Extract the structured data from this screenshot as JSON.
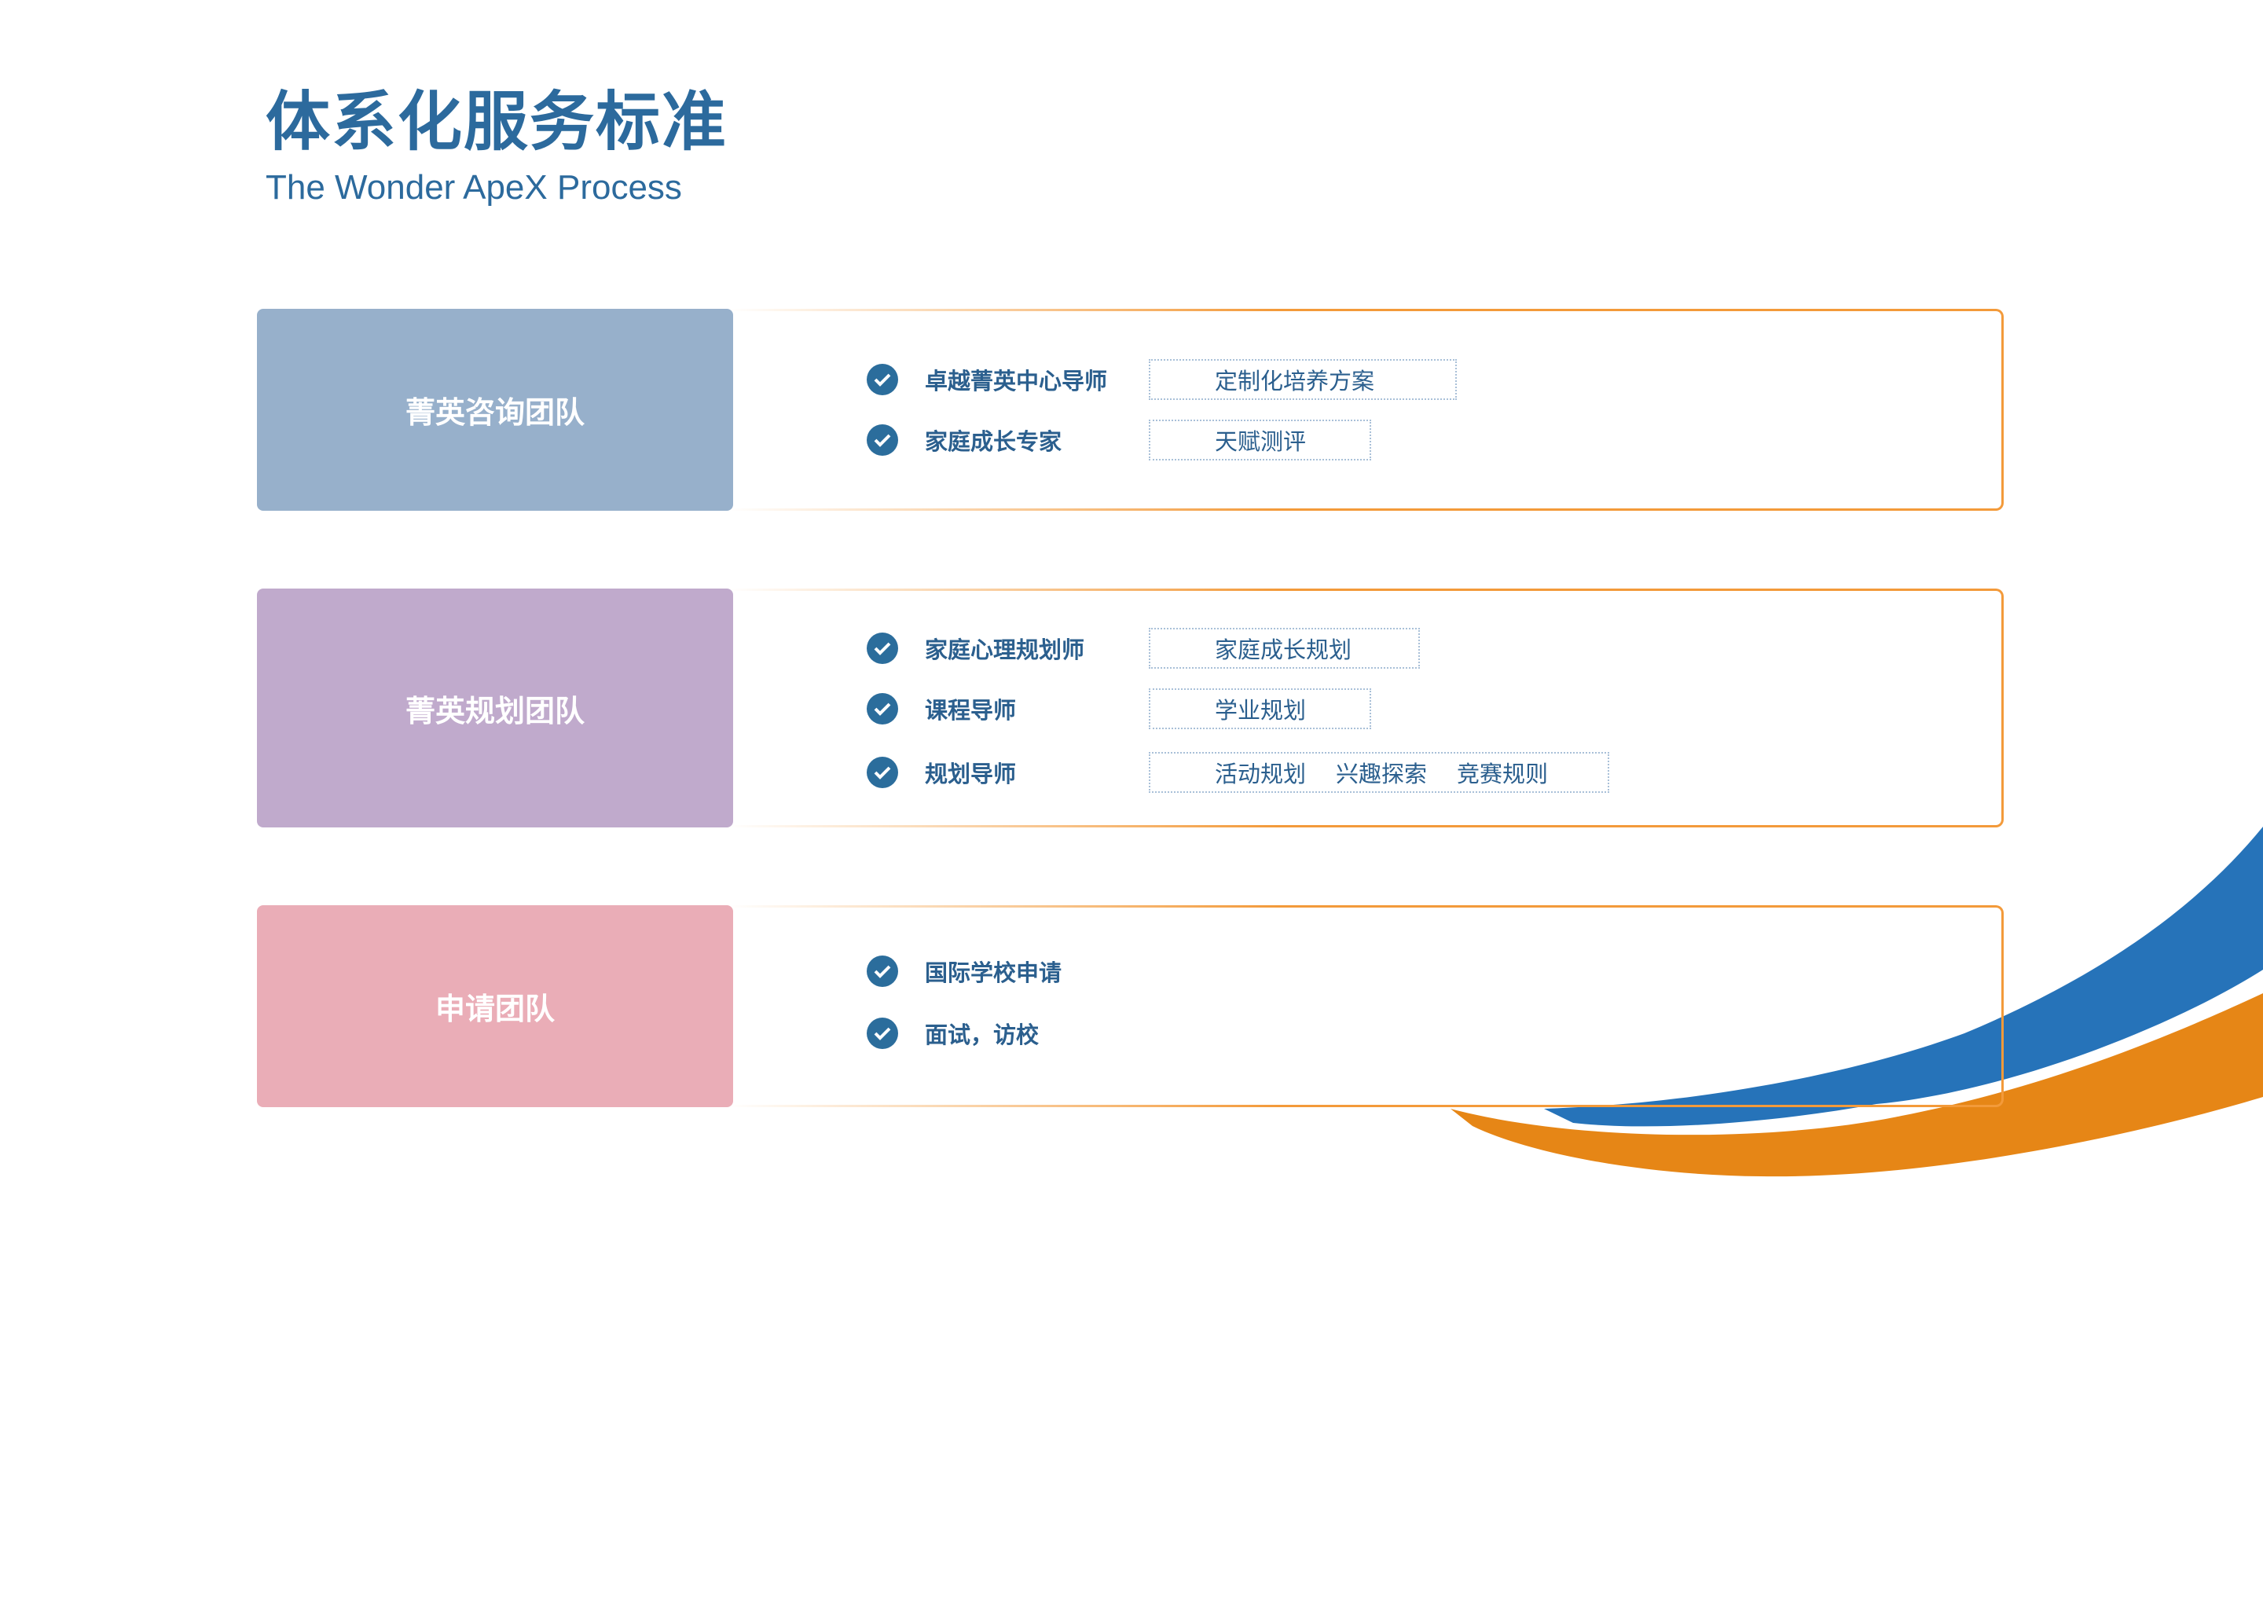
{
  "header": {
    "title": "体系化服务标准",
    "subtitle": "The Wonder ApeX Process"
  },
  "colors": {
    "accent": "#2c6a9d",
    "border": "#f39a3a",
    "brush_blue": "#2673b9",
    "brush_orange": "#e68616"
  },
  "teams": [
    {
      "name": "菁英咨询团队",
      "color": "#97b0cb",
      "items": [
        {
          "label": "卓越菁英中心导师",
          "tags": [
            "定制化培养方案"
          ]
        },
        {
          "label": "家庭成长专家",
          "tags": [
            "天赋测评"
          ]
        }
      ]
    },
    {
      "name": "菁英规划团队",
      "color": "#c0aacc",
      "items": [
        {
          "label": "家庭心理规划师",
          "tags": [
            "家庭成长规划"
          ]
        },
        {
          "label": "课程导师",
          "tags": [
            "学业规划"
          ]
        },
        {
          "label": "规划导师",
          "tags": [
            "活动规划",
            "兴趣探索",
            "竞赛规则"
          ]
        }
      ]
    },
    {
      "name": "申请团队",
      "color": "#eaadb7",
      "items": [
        {
          "label": "国际学校申请",
          "tags": []
        },
        {
          "label": "面试，访校",
          "tags": []
        }
      ]
    }
  ]
}
